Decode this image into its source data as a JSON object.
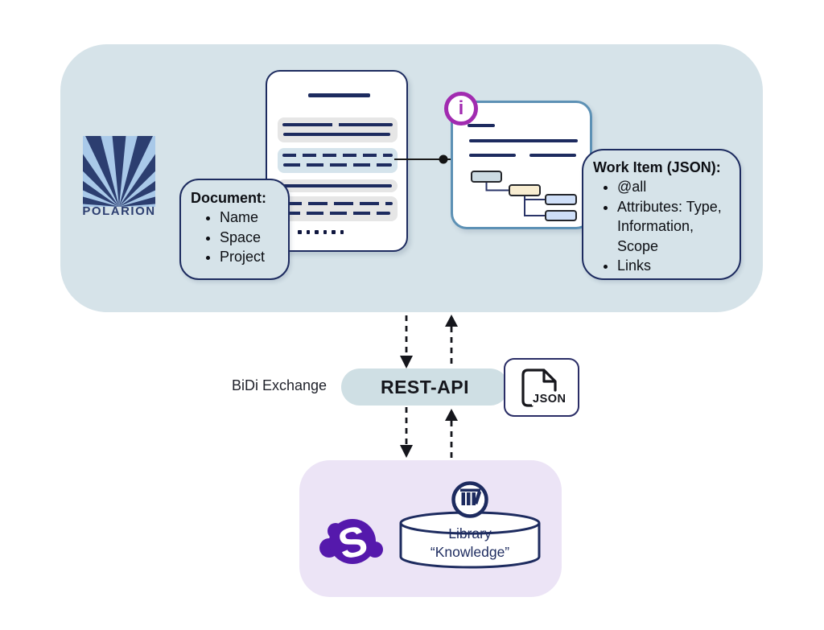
{
  "polarion": {
    "label": "POLARION"
  },
  "document_annotation": {
    "title": "Document:",
    "items": [
      "Name",
      "Space",
      "Project"
    ]
  },
  "workitem_annotation": {
    "title": "Work Item (JSON):",
    "items": [
      "@all",
      "Attributes: Type, Information, Scope",
      "Links"
    ]
  },
  "info_icon": {
    "letter": "i"
  },
  "exchange": {
    "bidi_label": "BiDi Exchange",
    "api_label": "REST-API",
    "json_label": "JSON"
  },
  "library": {
    "logo_letter": "S",
    "line1": "Library",
    "line2": "“Knowledge”"
  },
  "colors": {
    "navy": "#1d2b5f",
    "ink": "#15161c",
    "container_blue": "#d6e3e9",
    "pill_blue": "#cfdfe4",
    "lavender": "#ece4f6",
    "steel": "#5d91b5",
    "info_purple": "#a12bb0",
    "logo_purple": "#5519ac",
    "polarion_light": "#a9c9e9",
    "polarion_dark": "#2c3e70",
    "row_gray": "#e6e6e6",
    "row_blue": "#d5e4ec",
    "tree_gray_blue": "#ccdbe3",
    "tree_cream": "#f8edd1",
    "tree_blue": "#cfdff8"
  }
}
